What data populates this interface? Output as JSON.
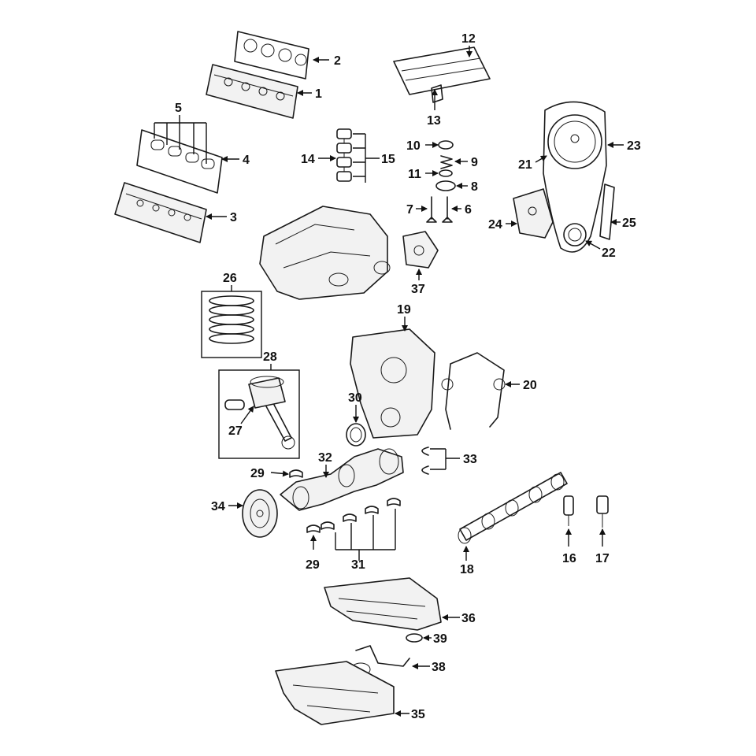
{
  "callouts": {
    "c1": "1",
    "c2": "2",
    "c3": "3",
    "c4": "4",
    "c5": "5",
    "c6": "6",
    "c7": "7",
    "c8": "8",
    "c9": "9",
    "c10": "10",
    "c11": "11",
    "c12": "12",
    "c13": "13",
    "c14": "14",
    "c15": "15",
    "c16": "16",
    "c17": "17",
    "c18": "18",
    "c19": "19",
    "c20": "20",
    "c21": "21",
    "c22": "22",
    "c23": "23",
    "c24": "24",
    "c25": "25",
    "c26": "26",
    "c27": "27",
    "c28": "28",
    "c29a": "29",
    "c29b": "29",
    "c30": "30",
    "c31": "31",
    "c32": "32",
    "c33": "33",
    "c34": "34",
    "c35": "35",
    "c36": "36",
    "c37": "37",
    "c38": "38",
    "c39": "39"
  }
}
